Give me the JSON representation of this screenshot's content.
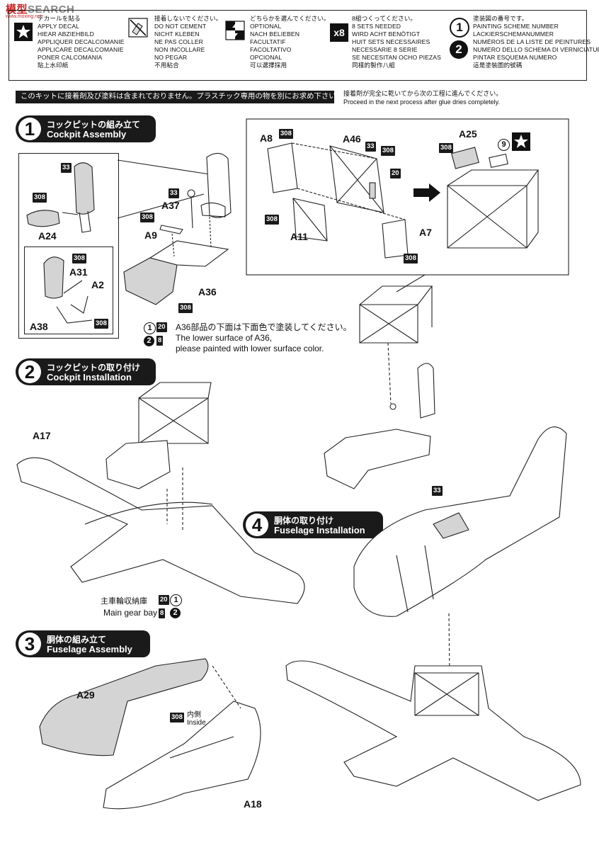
{
  "watermark": {
    "brand_a": "模型",
    "brand_b": "SEARCH",
    "sub": "www.moxing.net"
  },
  "legend": {
    "apply": "デカールを貼る\nAPPLY DECAL\nHIEAR ABZIEHBILD\nAPPLIQUER DECALCOMANIE\nAPPLICARE DECALCOMANIE\nPONER CALCOMANIA\n貼上水印紙",
    "nocement": "接着しないでください。\nDO NOT CEMENT\nNICHT KLEBEN\nNE PAS COLLER\nNON INCOLLARE\nNO PEGAR\n不用粘合",
    "optional": "どちらかを選んでください。\nOPTIONAL\nNACH BELIEBEN\nFACULTATIF\nFACOLTATIVO\nOPCIONAL\n可以選擇採用",
    "sets_badge": "x8",
    "sets": "8組つくってください。\n8 SETS NEEDED\nWIRD ACHT BENÖTIGT\nHUIT SETS NECESSAIRES\nNECESSARIE 8 SERIE\nSE NECESITAN OCHO PIEZAS\n同樣的製作八組",
    "scheme_1": "1",
    "scheme_2": "2",
    "scheme": "塗装図の番号です。\nPAINTING SCHEME NUMBER\nLACKIERSCHEMANUMMER\nNUMÉROS DE LA LISTE DE PEINTURES\nNUMERO DELLO SCHEMA DI VERNICIATURA\nPINTAR ESQUEMA NUMERO\n這是塗裝圖的號碼"
  },
  "notice": "このキットに接着剤及び塗料は含まれておりません。プラスチック専用の物を別にお求め下さい。",
  "glue_note": "接着剤が完全に乾いてから次の工程に進んでください。\nProceed in the next process after glue dries completely.",
  "steps": [
    {
      "num": "1",
      "jp": "コックピットの組み立て",
      "en": "Cockpit Assembly"
    },
    {
      "num": "2",
      "jp": "コックピットの取り付け",
      "en": "Cockpit Installation"
    },
    {
      "num": "3",
      "jp": "胴体の組み立て",
      "en": "Fuselage Assembly"
    },
    {
      "num": "4",
      "jp": "胴体の取り付け",
      "en": "Fuselage Installation"
    }
  ],
  "parts": {
    "a8": "A8",
    "a46": "A46",
    "a25": "A25",
    "a11": "A11",
    "a7": "A7",
    "a24": "A24",
    "a31": "A31",
    "a2": "A2",
    "a38": "A38",
    "a37": "A37",
    "a9": "A9",
    "a36": "A36",
    "a17": "A17",
    "a29": "A29",
    "a18": "A18"
  },
  "paints": {
    "p308": "308",
    "p33": "33",
    "p20": "20",
    "p8": "8"
  },
  "decal_no": "9",
  "scheme_marks": {
    "one": "1",
    "two": "2"
  },
  "a36_note": "A36部品の下面は下面色で塗装してください。\nThe lower surface of A36,\nplease painted with lower surface color.",
  "gear_bay": {
    "jp": "主車輪収納庫",
    "en": "Main gear bay"
  },
  "inside": {
    "jp": "内側",
    "en": "Inside"
  }
}
